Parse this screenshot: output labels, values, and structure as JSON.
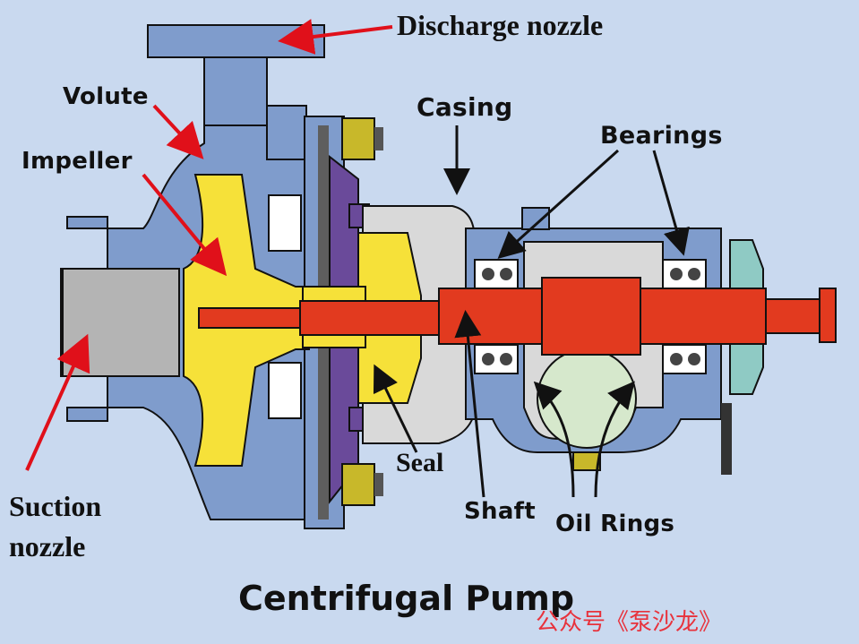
{
  "title": "Centrifugal Pump",
  "labels": {
    "discharge_nozzle": "Discharge nozzle",
    "volute": "Volute",
    "impeller": "Impeller",
    "casing": "Casing",
    "bearings": "Bearings",
    "seal": "Seal",
    "shaft": "Shaft",
    "oil_rings": "Oil Rings",
    "suction_line1": "Suction",
    "suction_line2": "nozzle"
  },
  "watermark": "公众号《泵沙龙》",
  "colors": {
    "background": "#c9d9ef",
    "housing": "#7f9ccc",
    "impeller": "#f6e139",
    "shaft": "#e23a1f",
    "seal_plate": "#6a4a9a",
    "bolts": "#c8b82a",
    "bearing_frame": "#d9d9d9",
    "oil_reservoir": "#d6e8cc",
    "arrow": "#e0101a",
    "watermark": "#e8323c"
  }
}
